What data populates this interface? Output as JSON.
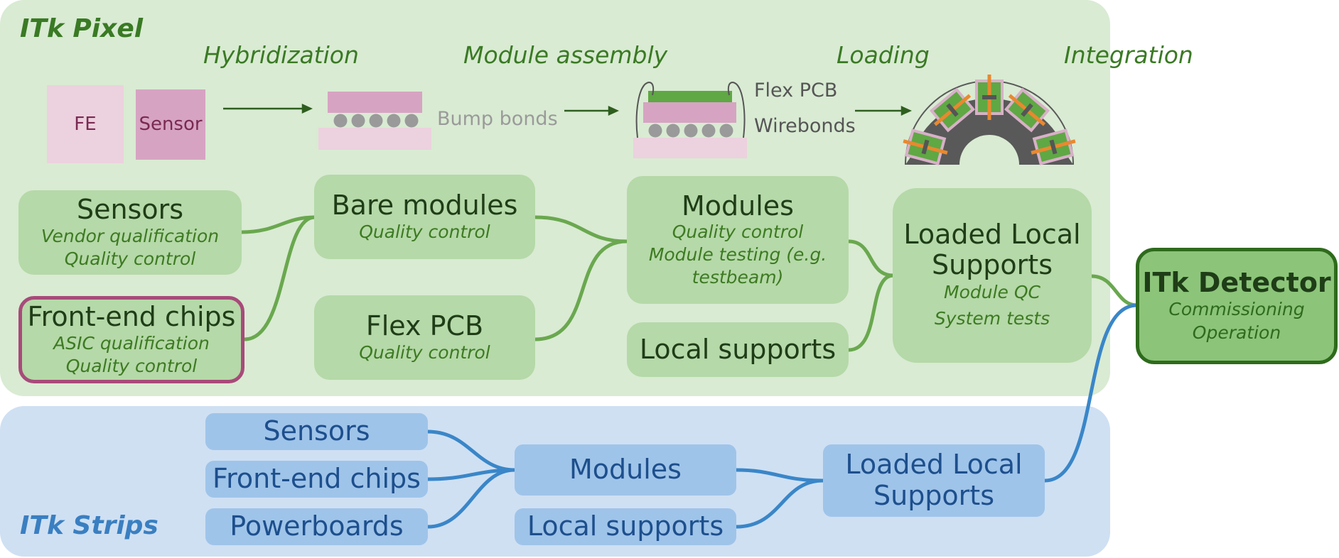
{
  "pixel": {
    "title": "ITk Pixel",
    "stages": {
      "hybridization": "Hybridization",
      "module_assembly": "Module assembly",
      "loading": "Loading",
      "integration": "Integration"
    },
    "illustration": {
      "fe": "FE",
      "sensor": "Sensor",
      "bump_bonds": "Bump bonds",
      "flex_pcb": "Flex PCB",
      "wirebonds": "Wirebonds"
    },
    "boxes": {
      "sensors": {
        "title": "Sensors",
        "lines": [
          "Vendor qualification",
          "Quality control"
        ]
      },
      "frontend": {
        "title": "Front-end chips",
        "lines": [
          "ASIC qualification",
          "Quality control"
        ]
      },
      "bare_modules": {
        "title": "Bare modules",
        "lines": [
          "Quality control"
        ]
      },
      "flex_pcb": {
        "title": "Flex PCB",
        "lines": [
          "Quality control"
        ]
      },
      "modules": {
        "title": "Modules",
        "lines": [
          "Quality control",
          "Module testing (e.g.",
          "testbeam)"
        ]
      },
      "local_supports": {
        "title": "Local supports"
      },
      "loaded_local_supports": {
        "title_lines": [
          "Loaded Local",
          "Supports"
        ],
        "lines": [
          "Module QC",
          "System tests"
        ]
      }
    }
  },
  "detector": {
    "title": "ITk Detector",
    "lines": [
      "Commissioning",
      "Operation"
    ]
  },
  "strips": {
    "title": "ITk Strips",
    "boxes": {
      "sensors": "Sensors",
      "frontend": "Front-end chips",
      "powerboards": "Powerboards",
      "modules": "Modules",
      "local_supports": "Local supports",
      "loaded_local_supports": [
        "Loaded Local",
        "Supports"
      ]
    }
  },
  "colors": {
    "pixel_panel": "#d9ebd3",
    "strips_panel": "#cfe0f3",
    "pixel_box": "#b5d9a8",
    "strips_box": "#9fc4e9",
    "pixel_connector": "#6aa84f",
    "strips_connector": "#3a86c8",
    "highlight_border": "#a84a7a",
    "detector_fill": "#8cc57a",
    "detector_border": "#2e6b1c"
  }
}
